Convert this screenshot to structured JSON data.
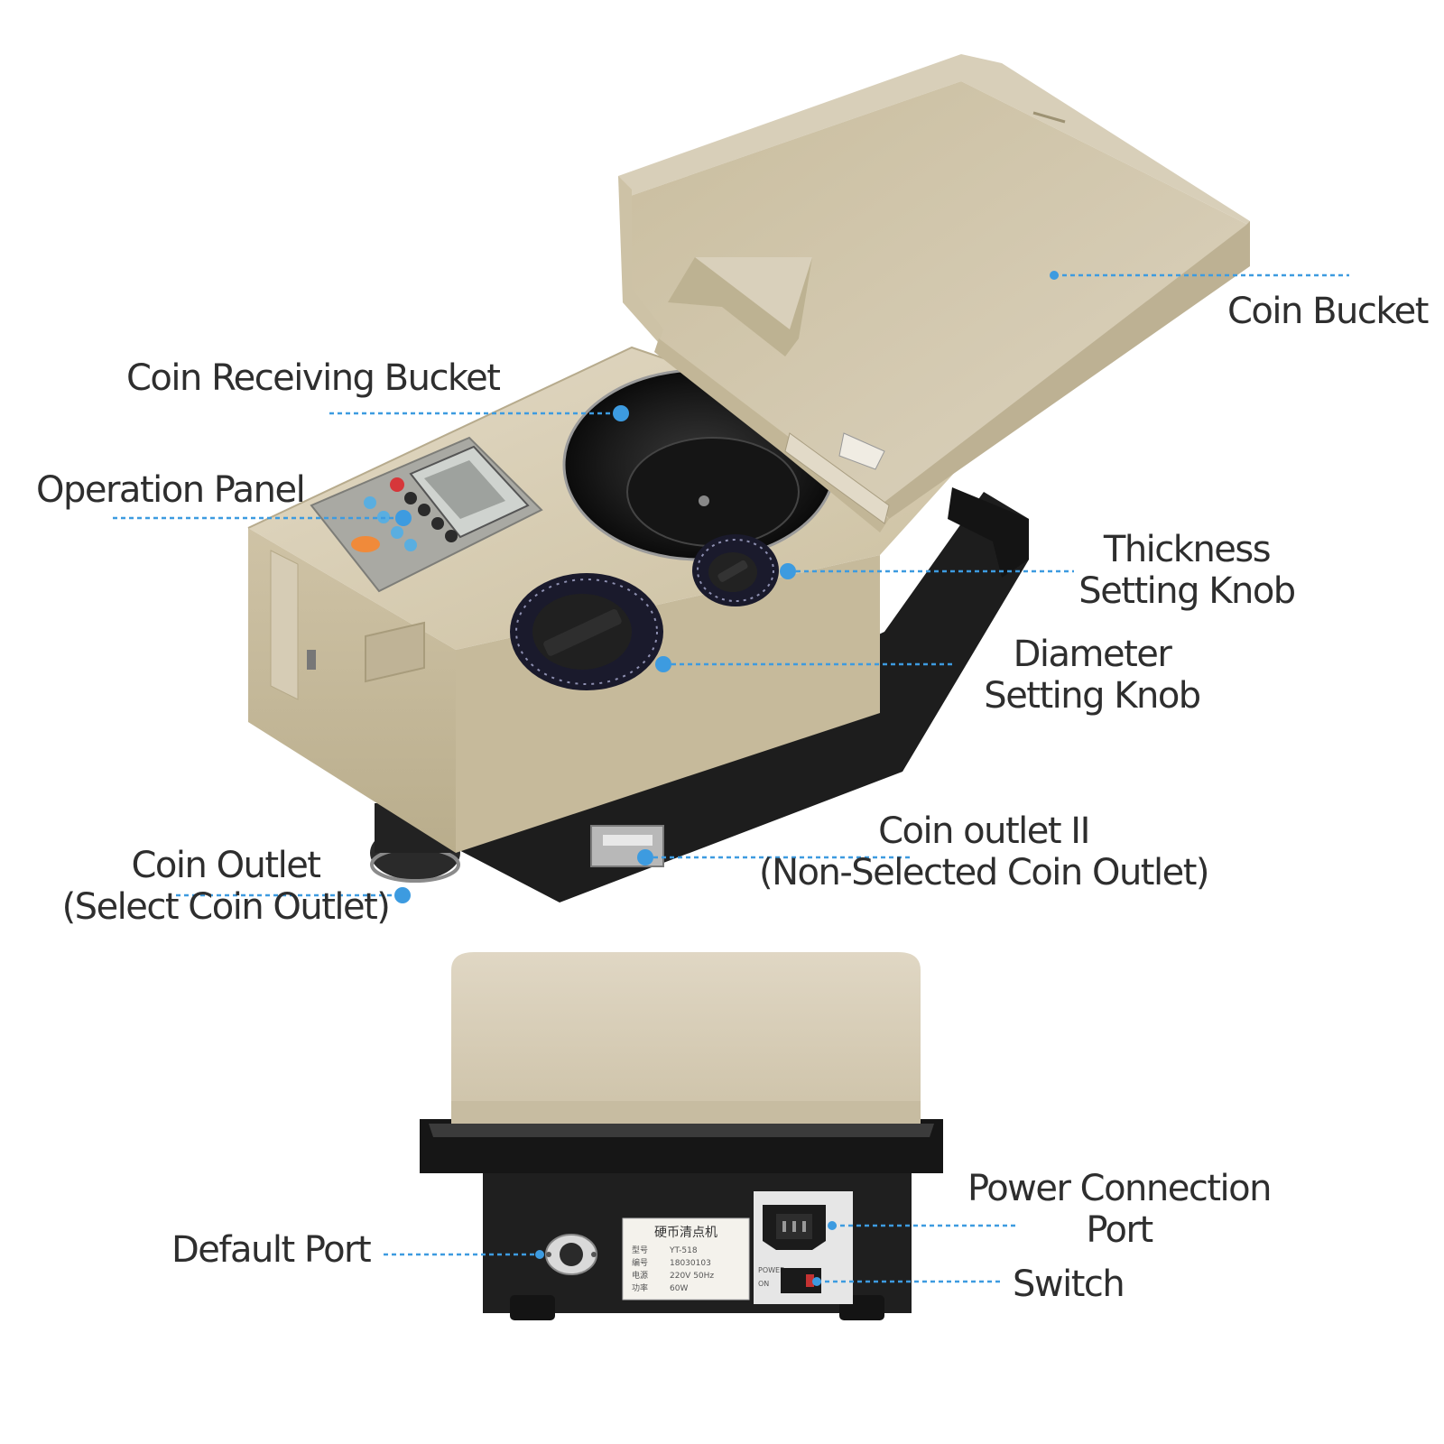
{
  "colors": {
    "callout": "#3d9be0",
    "label_text": "#2e2e2e",
    "machine_beige": "#d2c8b0",
    "machine_black": "#1c1c1c"
  },
  "labels": {
    "coin_bucket": "Coin Bucket",
    "coin_receiving_bucket": "Coin Receiving Bucket",
    "operation_panel": "Operation Panel",
    "thickness_knob": {
      "line1": "Thickness",
      "line2": "Setting Knob"
    },
    "diameter_knob": {
      "line1": "Diameter",
      "line2": "Setting Knob"
    },
    "coin_outlet": {
      "line1": "Coin Outlet",
      "line2": "(Select Coin Outlet)"
    },
    "coin_outlet_2": {
      "line1": "Coin outlet II",
      "line2": "(Non-Selected Coin Outlet)"
    },
    "default_port": "Default Port",
    "power_port": {
      "line1": "Power Connection",
      "line2": "Port"
    },
    "switch": "Switch"
  },
  "nameplate": {
    "title": "硬币清点机",
    "rows": [
      {
        "key": "型号",
        "value": "YT-518"
      },
      {
        "key": "编号",
        "value": "18030103"
      },
      {
        "key": "电源",
        "value": "220V 50Hz"
      },
      {
        "key": "功率",
        "value": "60W"
      }
    ]
  },
  "rear_panel": {
    "power_text": "POWER",
    "on_text": "ON"
  }
}
